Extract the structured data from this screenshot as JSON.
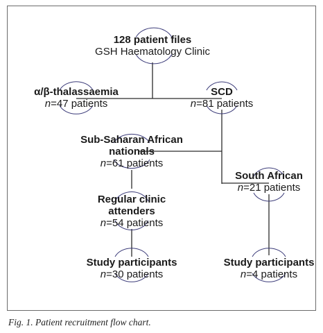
{
  "nodes": {
    "root": {
      "title": "128 patient files",
      "sub": "GSH Haematology Clinic"
    },
    "thal": {
      "title": "α/β-thalassaemia",
      "n": "n",
      "count": "=47 patients"
    },
    "scd": {
      "title": "SCD",
      "n": "n",
      "count": "=81 patients"
    },
    "ssa": {
      "title1": "Sub-Saharan African",
      "title2": "nationals",
      "n": "n",
      "count": "=61 patients"
    },
    "sa": {
      "title": "South African",
      "n": "n",
      "count": "=21 patients"
    },
    "regular": {
      "title1": "Regular clinic",
      "title2": "attenders",
      "n": "n",
      "count": "=54 patients"
    },
    "study1": {
      "title": "Study participants",
      "n": "n",
      "count": "=30 patients"
    },
    "study2": {
      "title": "Study participants",
      "n": "n",
      "count": "=4 patients"
    }
  },
  "caption": "Fig. 1. Patient recruitment flow chart.",
  "colors": {
    "line": "#2b2b2b",
    "arc": "#3a3a78",
    "frame": "#6b6b6b"
  }
}
